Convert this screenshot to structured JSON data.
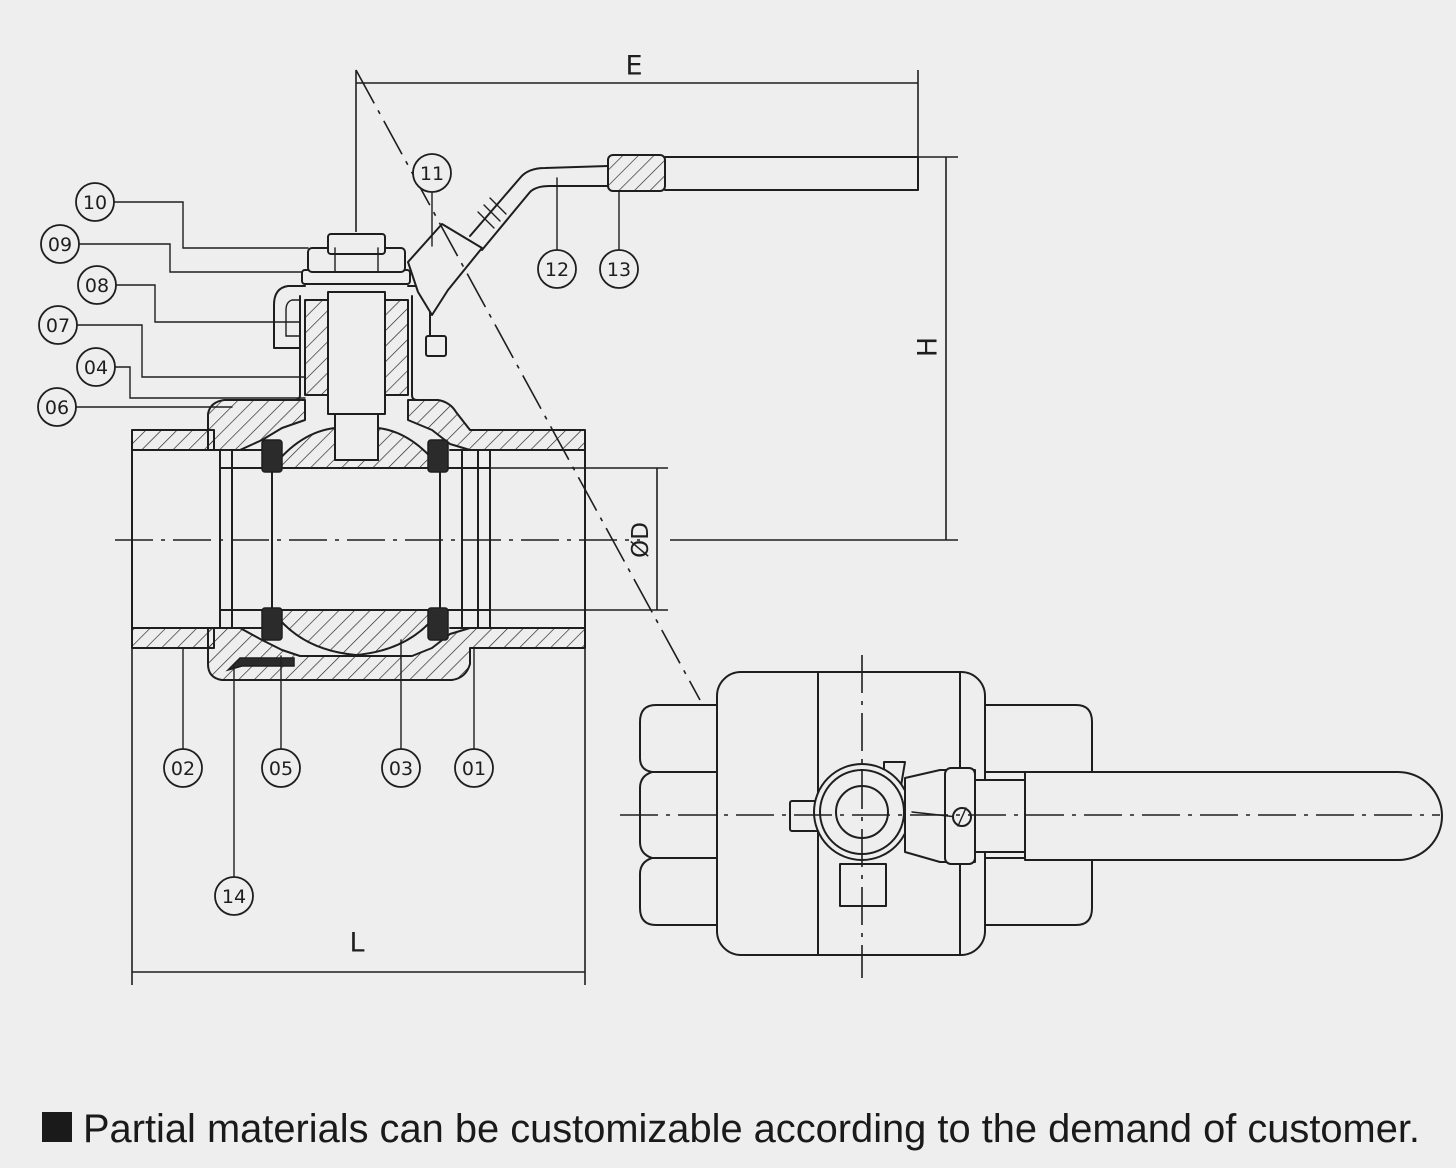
{
  "dimension_labels": {
    "e": "E",
    "h": "H",
    "d": "ØD",
    "l": "L"
  },
  "callouts": [
    "10",
    "09",
    "08",
    "07",
    "04",
    "06",
    "11",
    "12",
    "13",
    "02",
    "05",
    "03",
    "01",
    "14"
  ],
  "note": {
    "icon": "black-square-icon",
    "text": "Partial materials can be customizable according to the demand of customer."
  },
  "colors": {
    "background": "#eeeeee",
    "line": "#1e1e1e",
    "seat": "#2b2b2b"
  }
}
